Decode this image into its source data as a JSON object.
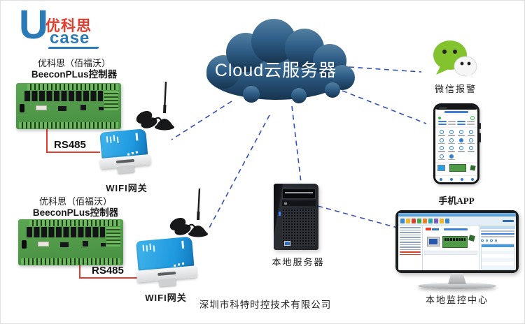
{
  "logo": {
    "letter": "U",
    "name_cn": "优科思",
    "name_en": "case"
  },
  "cloud": {
    "label": "Cloud云服务器"
  },
  "controllers": [
    {
      "title_line1": "优科思（佰福沃）",
      "title_line2": "BeeconPLus控制器",
      "bus_label": "RS485",
      "gateway_label": "WIFI网关"
    },
    {
      "title_line1": "优科思（佰福沃）",
      "title_line2": "BeeconPLus控制器",
      "bus_label": "RS485",
      "gateway_label": "WIFI网关"
    }
  ],
  "endpoints": {
    "wechat": {
      "label": "微信报警"
    },
    "phone": {
      "label": "手机APP"
    },
    "server": {
      "label": "本地服务器"
    },
    "monitor": {
      "label": "本地监控中心"
    }
  },
  "footer": {
    "company": "深圳市科特时控技术有限公司"
  },
  "icons": [
    "company-logo",
    "cloud-icon",
    "controller-board-icon",
    "antenna-icon",
    "wifi-gateway-icon",
    "wechat-icon",
    "smartphone-icon",
    "server-tower-icon",
    "monitor-icon"
  ],
  "colors": {
    "cloud_top": "#537fa0",
    "cloud_bottom": "#16344f",
    "dashed_line": "#3350b5",
    "rs485_line": "#e8392e",
    "gateway_blue": "#1f9ae0",
    "pcb_green": "#4e9a46",
    "wechat_green": "#83c32e",
    "logo_blue": "#2b7ab8",
    "logo_red": "#e23c2d"
  }
}
